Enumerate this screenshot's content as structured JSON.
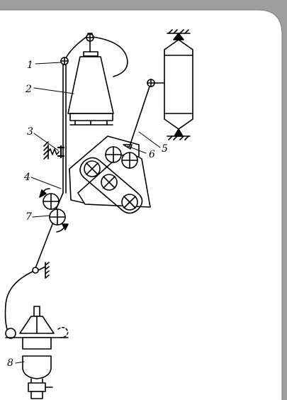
{
  "figure": {
    "labels": {
      "l1": "1",
      "l2": "2",
      "l3": "3",
      "l4": "4",
      "l5": "5",
      "l6": "6",
      "l7": "7",
      "l8": "8"
    }
  },
  "colors": {
    "frame": "#9e9e9e",
    "ink": "#000000",
    "paper": "#ffffff"
  }
}
